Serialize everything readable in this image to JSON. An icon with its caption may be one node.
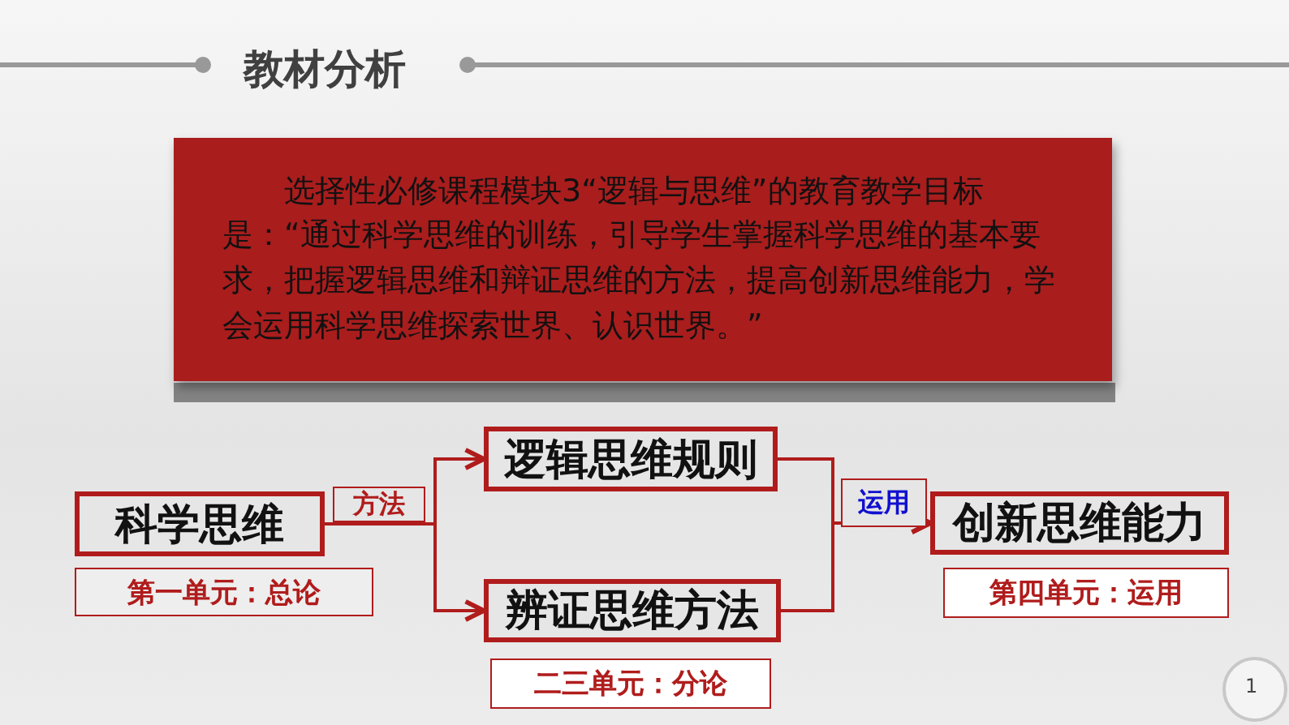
{
  "diagram": {
    "title": "教材分析",
    "nodes": [
      {
        "text": [
          "选择性必修课程模块3“逻辑与思维”的教育教学目标是：“通过科学思维的训练，引导学生掌握科学思维的基本要求，把握逻辑思维和辩证思维的方法，提高创新思维能力，学会运用科学思维探索世界、认识世界。”"
        ]
      },
      {
        "text": [
          "科学思维"
        ]
      },
      {
        "text": [
          "第一单元：总论"
        ]
      },
      {
        "text": [
          "逻辑思维规则"
        ]
      },
      {
        "text": [
          "辨证思维方法"
        ]
      },
      {
        "text": [
          "二三单元：分论"
        ]
      },
      {
        "text": [
          "创新思维能力"
        ]
      },
      {
        "text": [
          "第四单元：运用"
        ]
      }
    ],
    "edges": [
      {
        "from": 1,
        "to": 3,
        "arrow": "to",
        "label": "方法"
      },
      {
        "from": 1,
        "to": 4,
        "arrow": "to"
      },
      {
        "from": 3,
        "to": 6,
        "arrow": "to",
        "label": "运用"
      },
      {
        "from": 4,
        "to": 6,
        "arrow": "to"
      }
    ],
    "labels": [
      "1"
    ]
  }
}
